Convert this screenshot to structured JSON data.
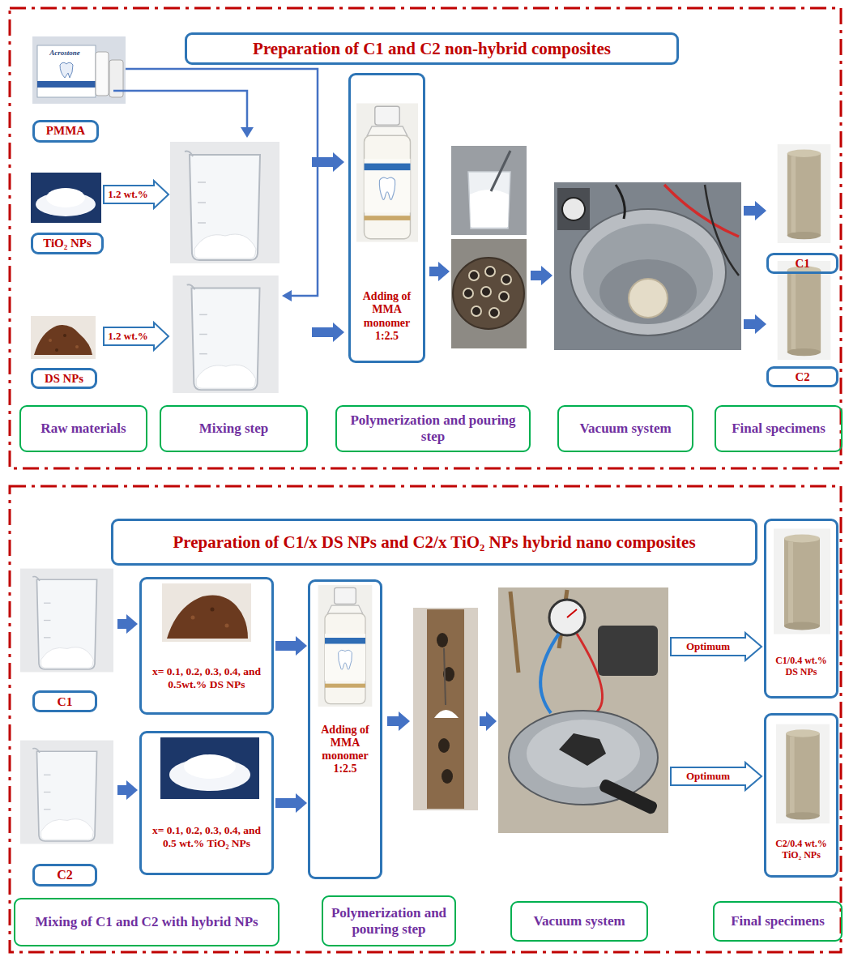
{
  "diagram": {
    "nodes": [
      {
        "text": [
          "Preparation of C1 and C2 non-hybrid composites"
        ]
      },
      {
        "text": [
          "PMMA"
        ]
      },
      {
        "text": [
          "TiO₂ NPs"
        ]
      },
      {
        "text": [
          "DS NPs"
        ]
      },
      {
        "text": [
          "Adding of MMA monomer 1:2.5"
        ]
      },
      {
        "text": [
          "C1"
        ]
      },
      {
        "text": [
          "C2"
        ]
      },
      {
        "text": [
          "Raw materials"
        ]
      },
      {
        "text": [
          "Mixing step"
        ]
      },
      {
        "text": [
          "Polymerization and pouring step"
        ]
      },
      {
        "text": [
          "Vacuum system"
        ]
      },
      {
        "text": [
          "Final specimens"
        ]
      },
      {
        "text": [
          "Preparation of C1/x DS NPs and C2/x TiO₂ NPs hybrid nano composites"
        ]
      },
      {
        "text": [
          "C1"
        ]
      },
      {
        "text": [
          "x= 0.1, 0.2, 0.3, 0.4, and 0.5wt.% DS NPs"
        ]
      },
      {
        "text": [
          "C2"
        ]
      },
      {
        "text": [
          "x= 0.1, 0.2, 0.3, 0.4, and 0.5 wt.% TiO₂ NPs"
        ]
      },
      {
        "text": [
          "Adding of MMA monomer 1:2.5"
        ]
      },
      {
        "text": [
          "C1/0.4 wt.% DS NPs"
        ]
      },
      {
        "text": [
          "C2/0.4 wt.% TiO₂ NPs"
        ]
      },
      {
        "text": [
          "Mixing of C1 and C2 with hybrid NPs"
        ]
      },
      {
        "text": [
          "Polymerization and pouring step"
        ]
      },
      {
        "text": [
          "Vacuum system"
        ]
      },
      {
        "text": [
          "Final specimens"
        ]
      }
    ],
    "edges": [
      {
        "from": 14,
        "to": 17,
        "arrow": "to"
      },
      {
        "from": 16,
        "to": 17,
        "arrow": "to"
      }
    ],
    "labels": [
      "Acrostone",
      "1.2 wt.%",
      "1.2 wt.%",
      "Optimum",
      "Optimum"
    ]
  }
}
